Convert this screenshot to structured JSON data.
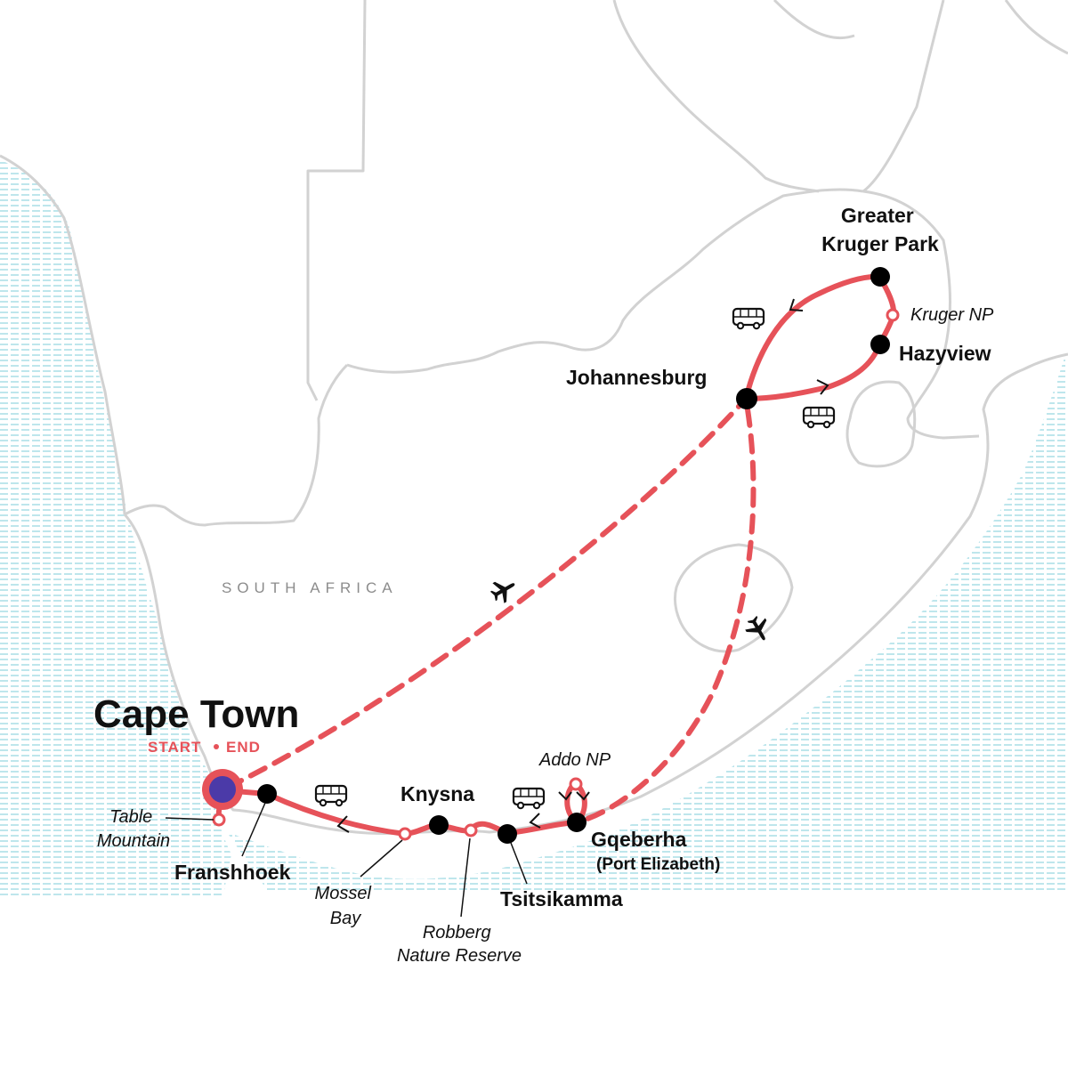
{
  "map": {
    "country_label": "SOUTH AFRICA",
    "colors": {
      "route": "#e65259",
      "stop": "#000000",
      "start_fill": "#4b3aa8",
      "border": "#d2d2d2",
      "water_lines": "#a9dde6"
    },
    "start": {
      "name": "Cape Town",
      "start_label": "START",
      "end_label": "END"
    },
    "stops": {
      "franschhoek": "Franshhoek",
      "knysna": "Knysna",
      "tsitsikamma": "Tsitsikamma",
      "gqeberha": "Gqeberha",
      "gqeberha_sub": "(Port Elizabeth)",
      "johannesburg": "Johannesburg",
      "greater_kruger_1": "Greater",
      "greater_kruger_2": "Kruger Park",
      "hazyview": "Hazyview"
    },
    "waypoints": {
      "table_mountain_1": "Table",
      "table_mountain_2": "Mountain",
      "mossel_bay_1": "Mossel",
      "mossel_bay_2": "Bay",
      "robberg_1": "Robberg",
      "robberg_2": "Nature Reserve",
      "addo": "Addo NP",
      "kruger_np": "Kruger NP"
    },
    "transport_icons": [
      "bus-icon",
      "bus-icon",
      "bus-icon",
      "bus-icon",
      "plane-icon",
      "plane-icon"
    ]
  }
}
